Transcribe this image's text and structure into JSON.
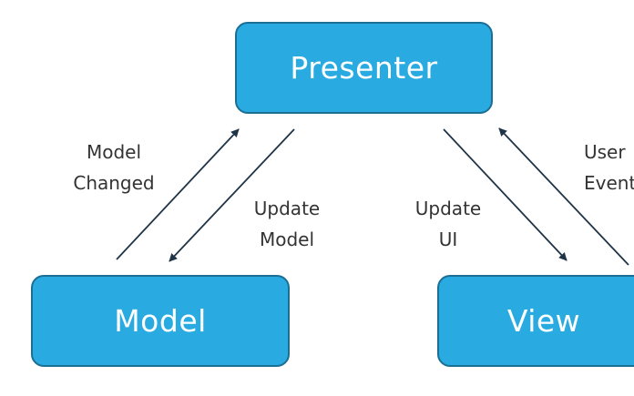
{
  "nodes": {
    "presenter": "Presenter",
    "model": "Model",
    "view": "View"
  },
  "edges": {
    "model_changed": [
      "Model",
      "Changed"
    ],
    "update_model": [
      "Update",
      "Model"
    ],
    "update_ui": [
      "Update",
      "UI"
    ],
    "user_events": [
      "User",
      "Events"
    ]
  },
  "colors": {
    "box_fill": "#29abe2",
    "box_border": "#1b6f93",
    "arrow": "#1f3447",
    "label_text": "#333333"
  }
}
